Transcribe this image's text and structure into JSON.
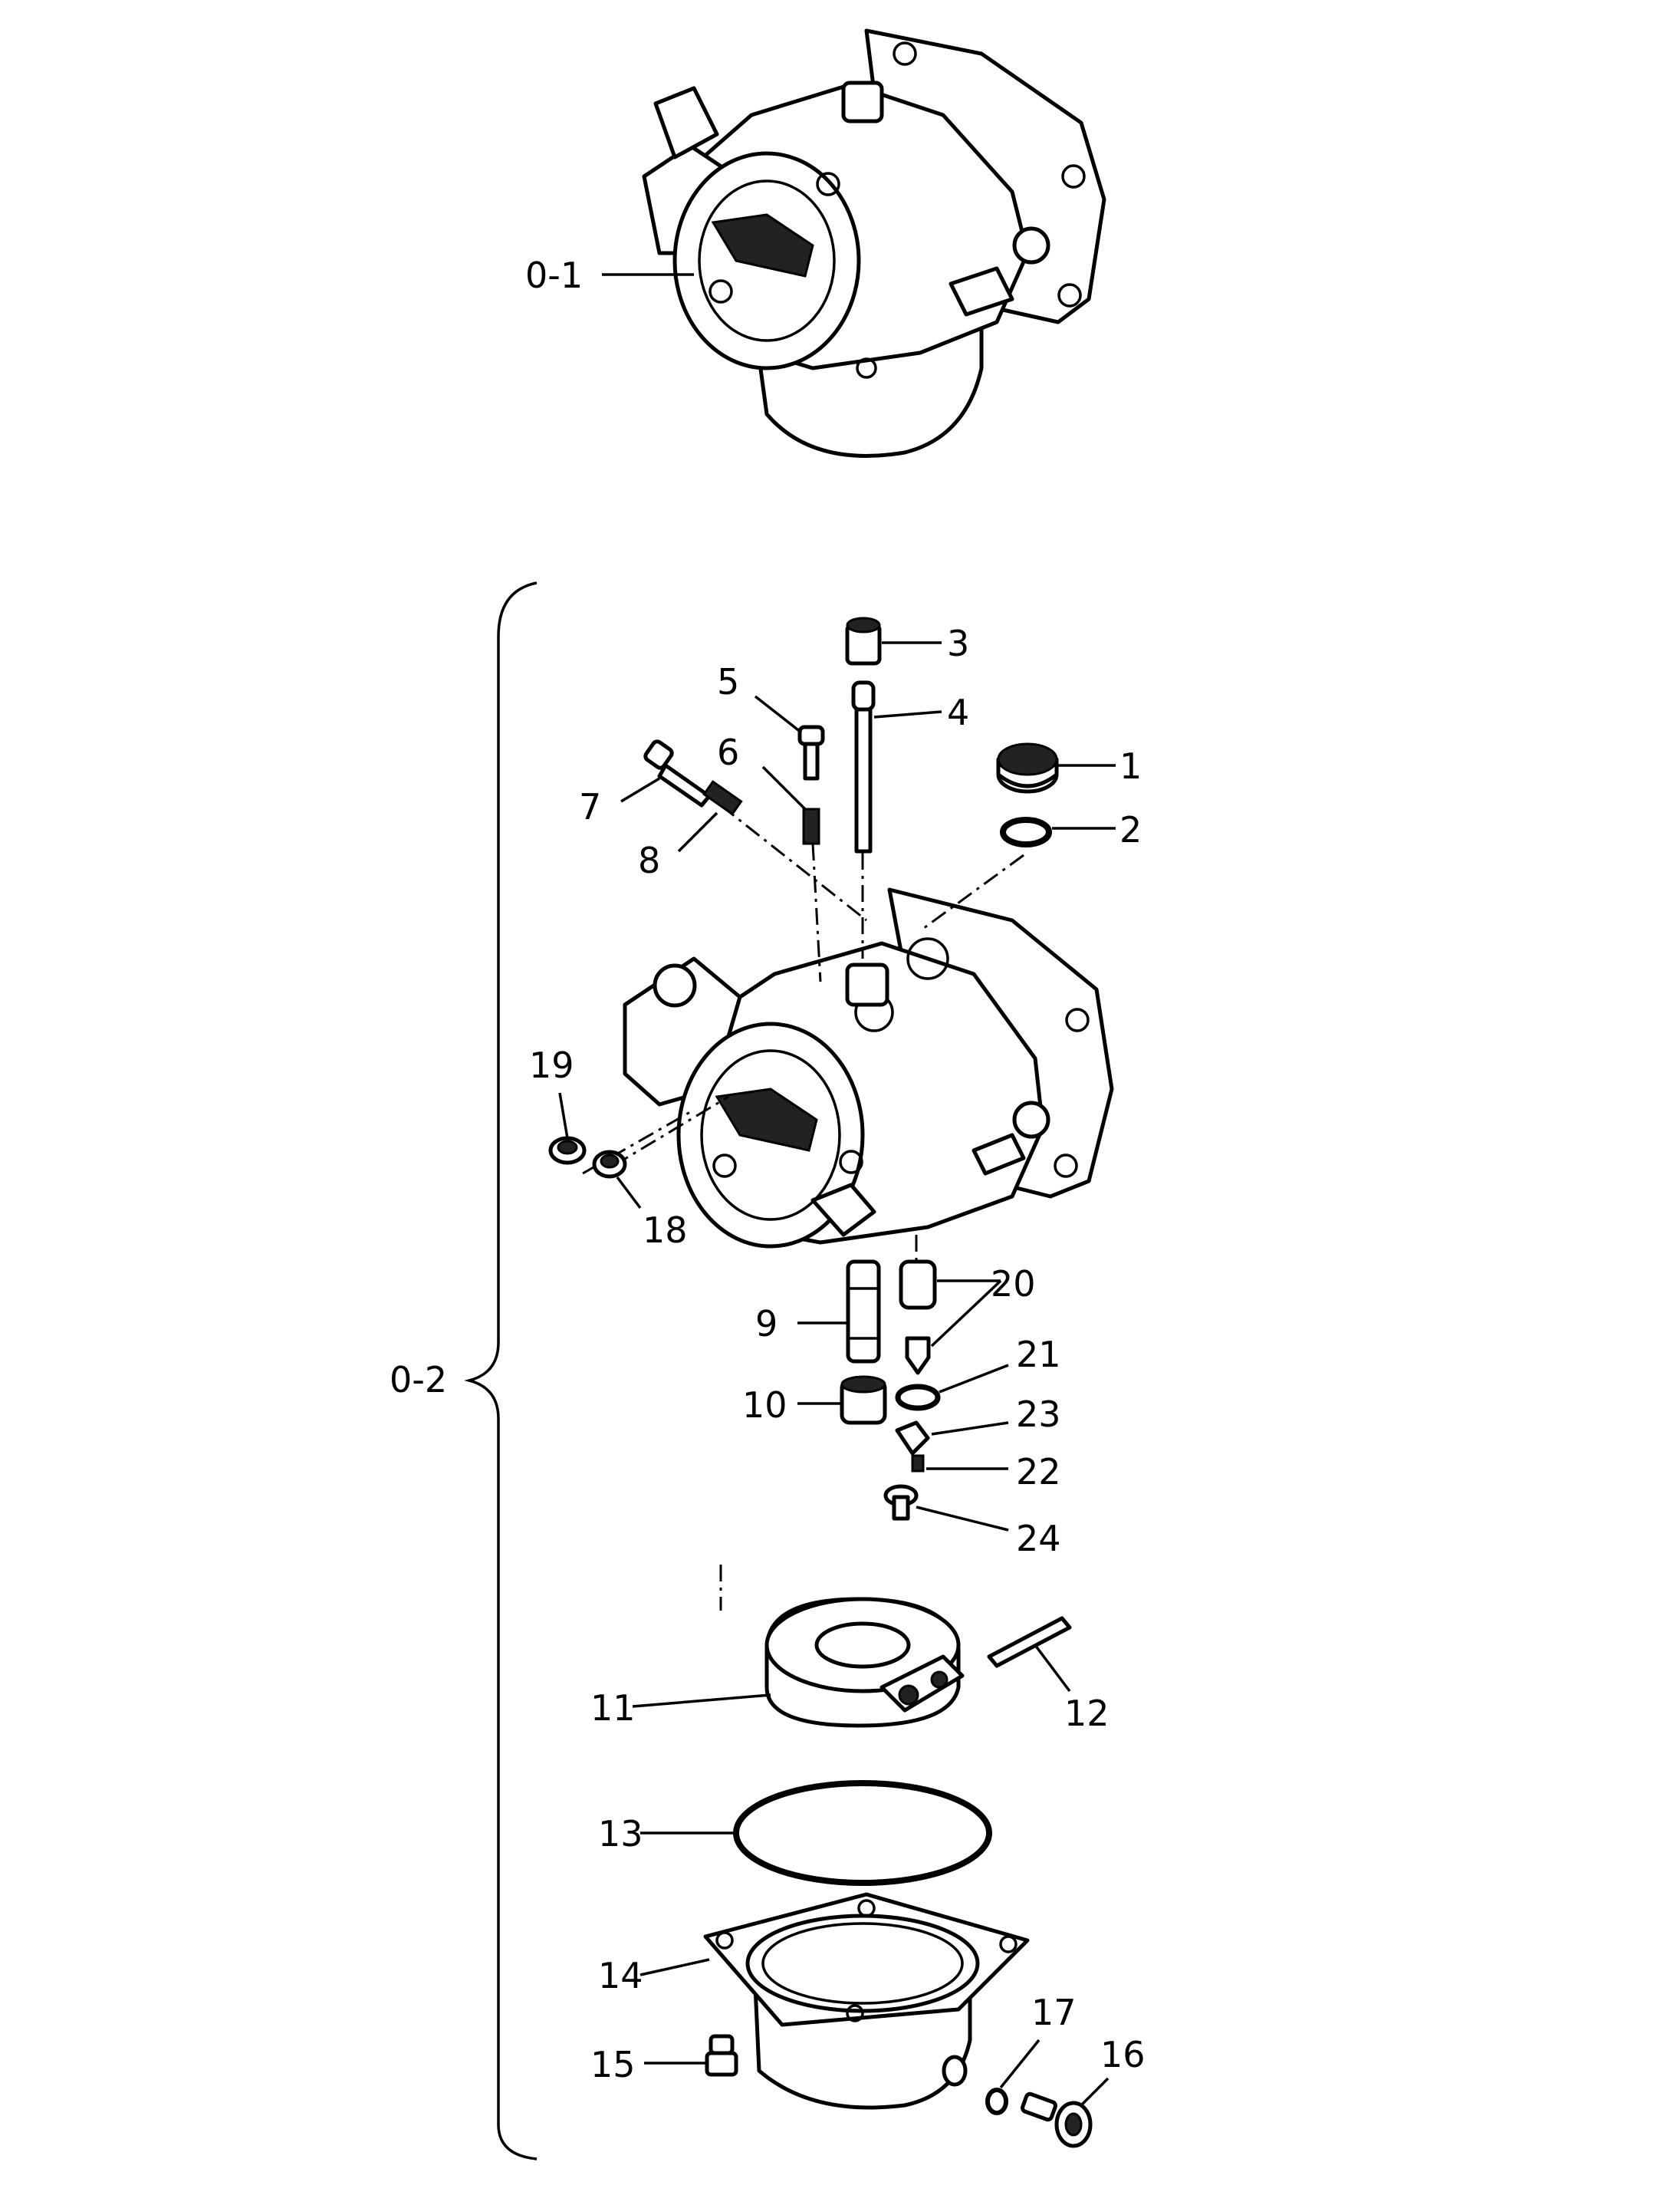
{
  "labels": {
    "l_0_1": "0-1",
    "l_0_2": "0-2",
    "l_1": "1",
    "l_2": "2",
    "l_3": "3",
    "l_4": "4",
    "l_5": "5",
    "l_6": "6",
    "l_7": "7",
    "l_8": "8",
    "l_9": "9",
    "l_10": "10",
    "l_11": "11",
    "l_12": "12",
    "l_13": "13",
    "l_14": "14",
    "l_15": "15",
    "l_16": "16",
    "l_17": "17",
    "l_18": "18",
    "l_19": "19",
    "l_20": "20",
    "l_21": "21",
    "l_22": "22",
    "l_23": "23",
    "l_24": "24"
  },
  "colors": {
    "ink": "#000000",
    "paper": "#ffffff"
  }
}
